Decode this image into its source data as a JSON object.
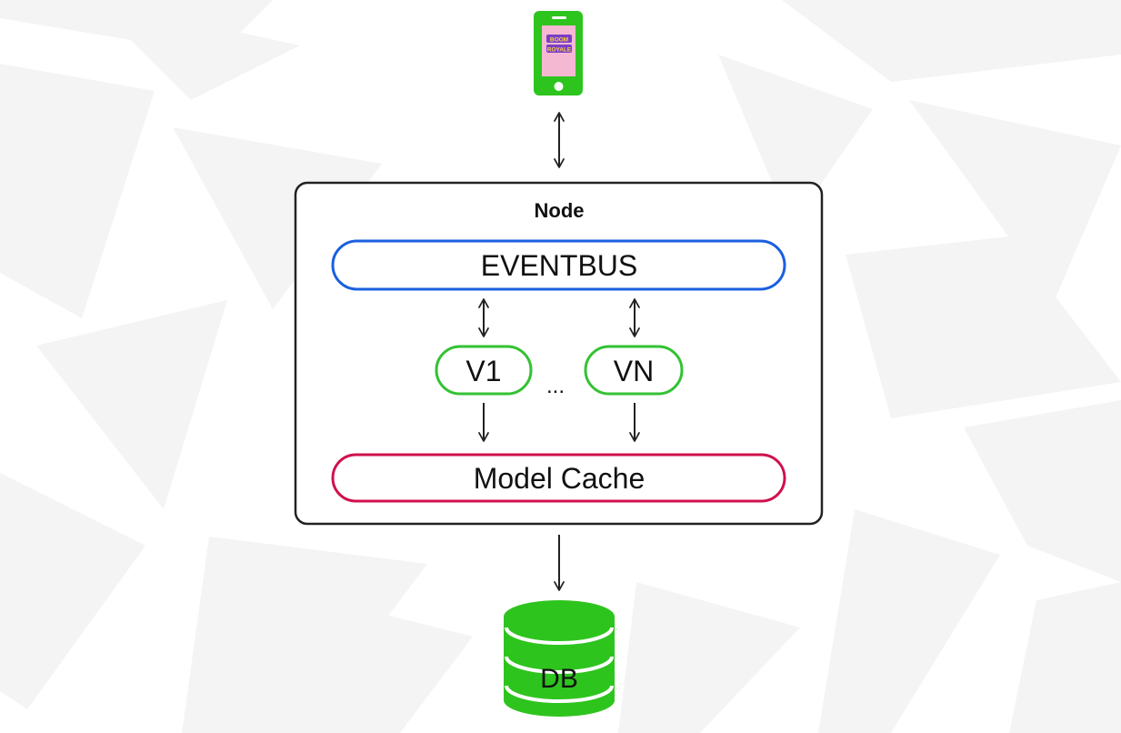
{
  "node": {
    "title": "Node"
  },
  "eventbus": {
    "label": "EVENTBUS"
  },
  "versions": {
    "first": "V1",
    "ellipsis": "...",
    "last": "VN"
  },
  "model_cache": {
    "label": "Model Cache"
  },
  "database": {
    "label": "DB"
  },
  "phone": {
    "logo_text_line1": "BOOM",
    "logo_text_line2": "ROYALE"
  },
  "colors": {
    "eventbus_border": "#1a5fe0",
    "version_border": "#33c233",
    "model_cache_border": "#d0104c",
    "database_fill": "#2ec41e",
    "phone_fill": "#2ec41e",
    "phone_screen": "#f4b8d2",
    "node_border": "#222222",
    "arrow": "#222222"
  }
}
